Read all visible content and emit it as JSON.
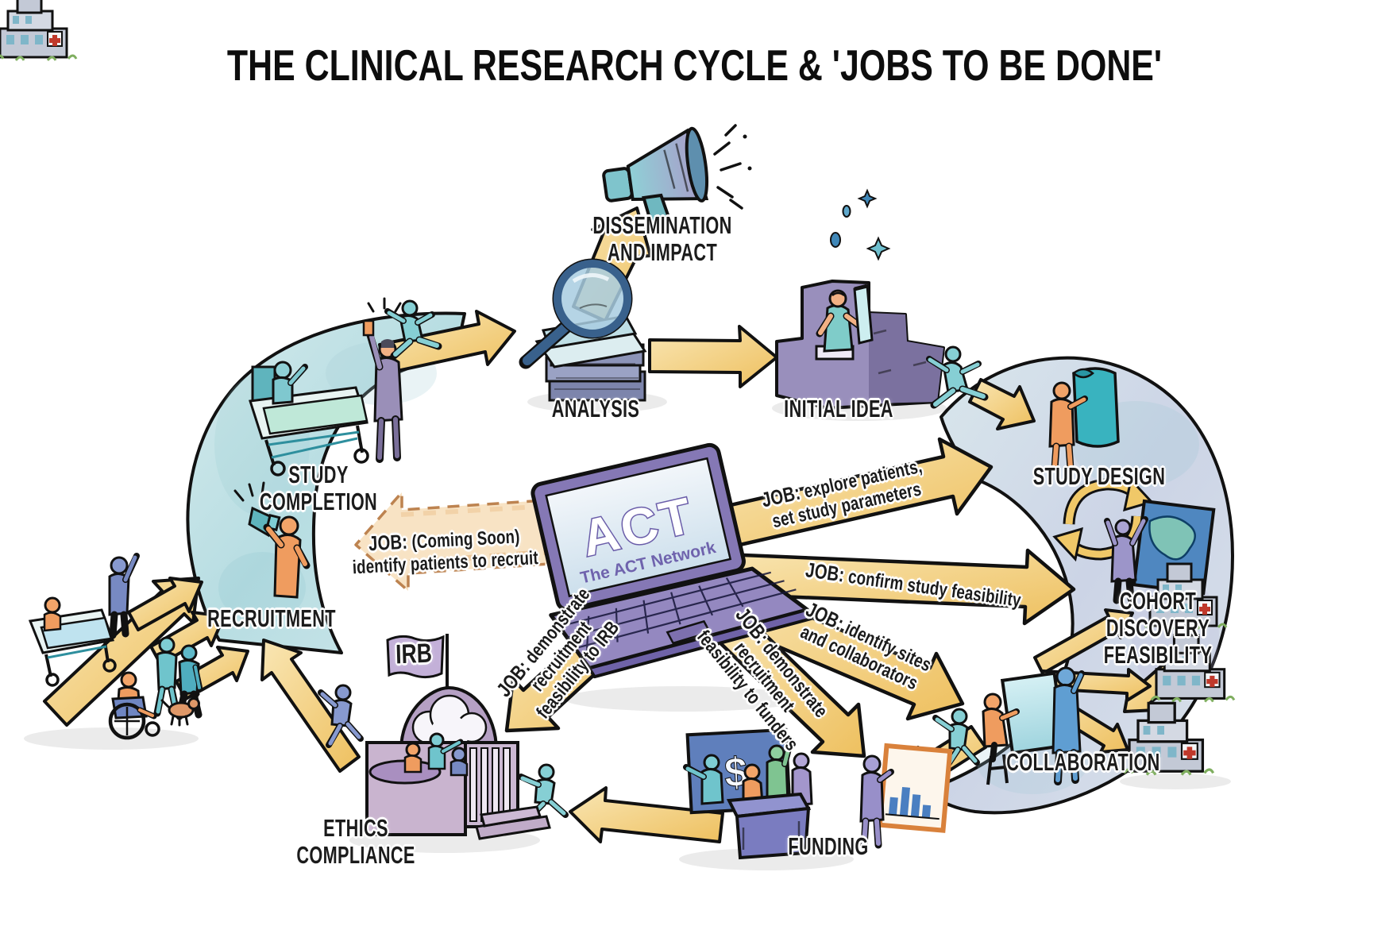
{
  "title": "THE CLINICAL RESEARCH CYCLE & 'JOBS TO BE DONE'",
  "center": {
    "logo": "ACT",
    "subtitle": "The ACT Network"
  },
  "stages": {
    "dissemination": {
      "label": "DISSEMINATION\nAND IMPACT"
    },
    "analysis": {
      "label": "ANALYSIS"
    },
    "initial_idea": {
      "label": "INITIAL IDEA"
    },
    "study_design": {
      "label": "STUDY DESIGN"
    },
    "cohort": {
      "label": "COHORT\nDISCOVERY\nFEASIBILITY"
    },
    "collaboration": {
      "label": "COLLABORATION"
    },
    "funding": {
      "label": "FUNDING"
    },
    "ethics": {
      "label": "ETHICS\nCOMPLIANCE"
    },
    "recruitment": {
      "label": "RECRUITMENT"
    },
    "study_completion": {
      "label": "STUDY\nCOMPLETION"
    }
  },
  "jobs": [
    {
      "prefix": "JOB:",
      "text": "explore patients,\nset study parameters",
      "target": "STUDY DESIGN"
    },
    {
      "prefix": "JOB:",
      "text": "confirm study feasibility",
      "target": "COHORT DISCOVERY FEASIBILITY"
    },
    {
      "prefix": "JOB:",
      "text": "identify sites\nand collaborators",
      "target": "COLLABORATION"
    },
    {
      "prefix": "JOB:",
      "text": "demonstrate\nrecruitment\nfeasibility to funders",
      "target": "FUNDING"
    },
    {
      "prefix": "JOB:",
      "text": "demonstrate\nrecruitment\nfeasibility to IRB",
      "target": "ETHICS COMPLIANCE"
    },
    {
      "prefix": "JOB:",
      "text": "(Coming Soon)\nidentify patients to recruit",
      "target": "RECRUITMENT",
      "status": "coming soon"
    }
  ],
  "flag": {
    "label": "IRB"
  },
  "funding_board": {
    "symbol": "$"
  },
  "colors": {
    "arrow_gold": "#eec363",
    "coming_soon_orange": "#e8a763",
    "band_teal": "#c5e2e6",
    "band_lavender": "#d6dcec",
    "laptop_purple": "#8578b5",
    "act_purple": "#6a5da9"
  }
}
